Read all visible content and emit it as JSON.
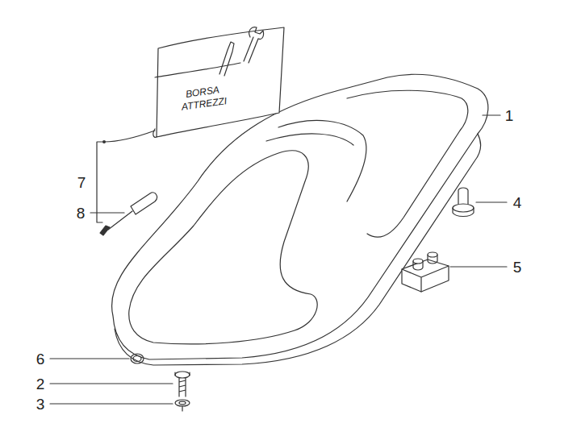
{
  "diagram": {
    "labels": [
      "1",
      "2",
      "3",
      "4",
      "5",
      "6",
      "7",
      "8",
      "BORSA ATTREZZI"
    ]
  }
}
